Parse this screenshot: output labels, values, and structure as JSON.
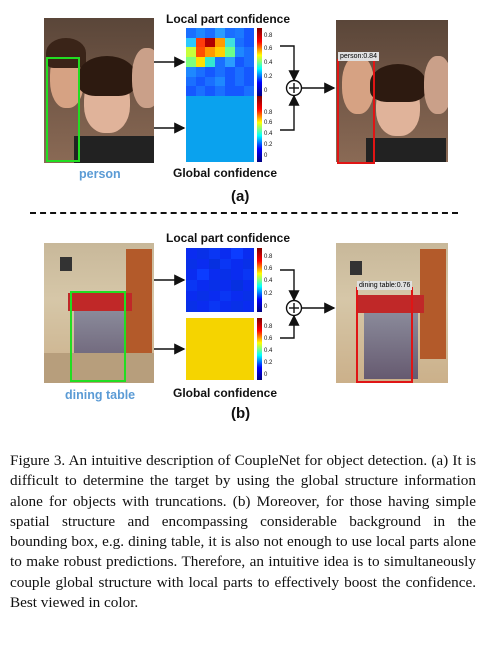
{
  "panel_a": {
    "local_label": "Local part confidence",
    "global_label": "Global confidence",
    "class_label": "person",
    "detection_label": "person:0.84",
    "tag": "(a)",
    "colorbar_ticks": [
      "0.8",
      "0.6",
      "0.4",
      "0.2",
      "0"
    ],
    "colors": {
      "gt_box": "#22dd22",
      "det_box": "#e01515",
      "global_map": "#0aa2ee"
    }
  },
  "panel_b": {
    "local_label": "Local part confidence",
    "global_label": "Global confidence",
    "class_label": "dining table",
    "detection_label": "dining table:0.76",
    "tag": "(b)",
    "colorbar_ticks": [
      "0.8",
      "0.6",
      "0.4",
      "0.2",
      "0"
    ],
    "colors": {
      "gt_box": "#22dd22",
      "det_box": "#e01515",
      "global_map": "#f5d400"
    }
  },
  "sum_symbol": "+",
  "caption": "Figure 3. An intuitive description of CoupleNet for object detection. (a) It is difficult to determine the target by using the global structure information alone for objects with truncations. (b) Moreover, for those having simple spatial structure and encompassing considerable background in the bounding box, e.g. dining table, it is also not enough to use local parts alone to make robust predictions. Therefore, an intuitive idea is to simultaneously couple global structure with local parts to effectively boost the confidence. Best viewed in color."
}
